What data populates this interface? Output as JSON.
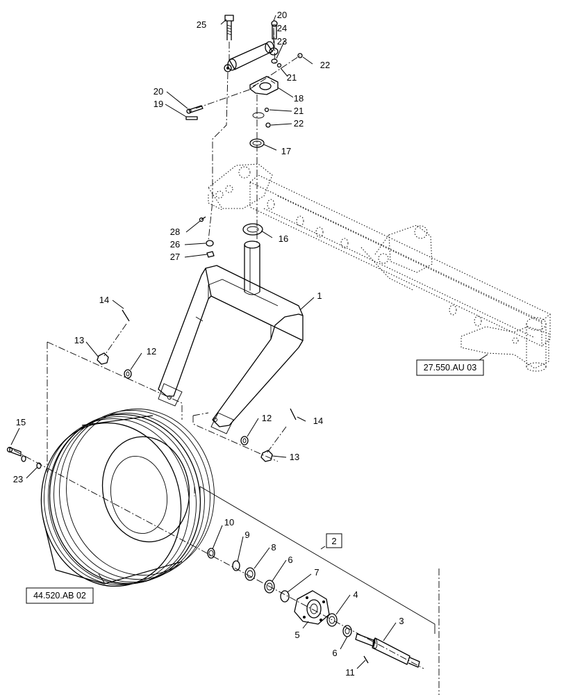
{
  "callouts": {
    "c1": "1",
    "c2": "2",
    "c3": "3",
    "c4": "4",
    "c5": "5",
    "c6a": "6",
    "c6b": "6",
    "c7": "7",
    "c8": "8",
    "c9": "9",
    "c10": "10",
    "c11": "11",
    "c12a": "12",
    "c12b": "12",
    "c13a": "13",
    "c13b": "13",
    "c14a": "14",
    "c14b": "14",
    "c15": "15",
    "c16": "16",
    "c17": "17",
    "c18": "18",
    "c19": "19",
    "c20a": "20",
    "c20b": "20",
    "c21a": "21",
    "c21b": "21",
    "c22a": "22",
    "c22b": "22",
    "c23a": "23",
    "c23b": "23",
    "c24": "24",
    "c25": "25",
    "c26": "26",
    "c27": "27",
    "c28": "28"
  },
  "references": {
    "frame": "27.550.AU 03",
    "wheel": "44.520.AB 02"
  }
}
